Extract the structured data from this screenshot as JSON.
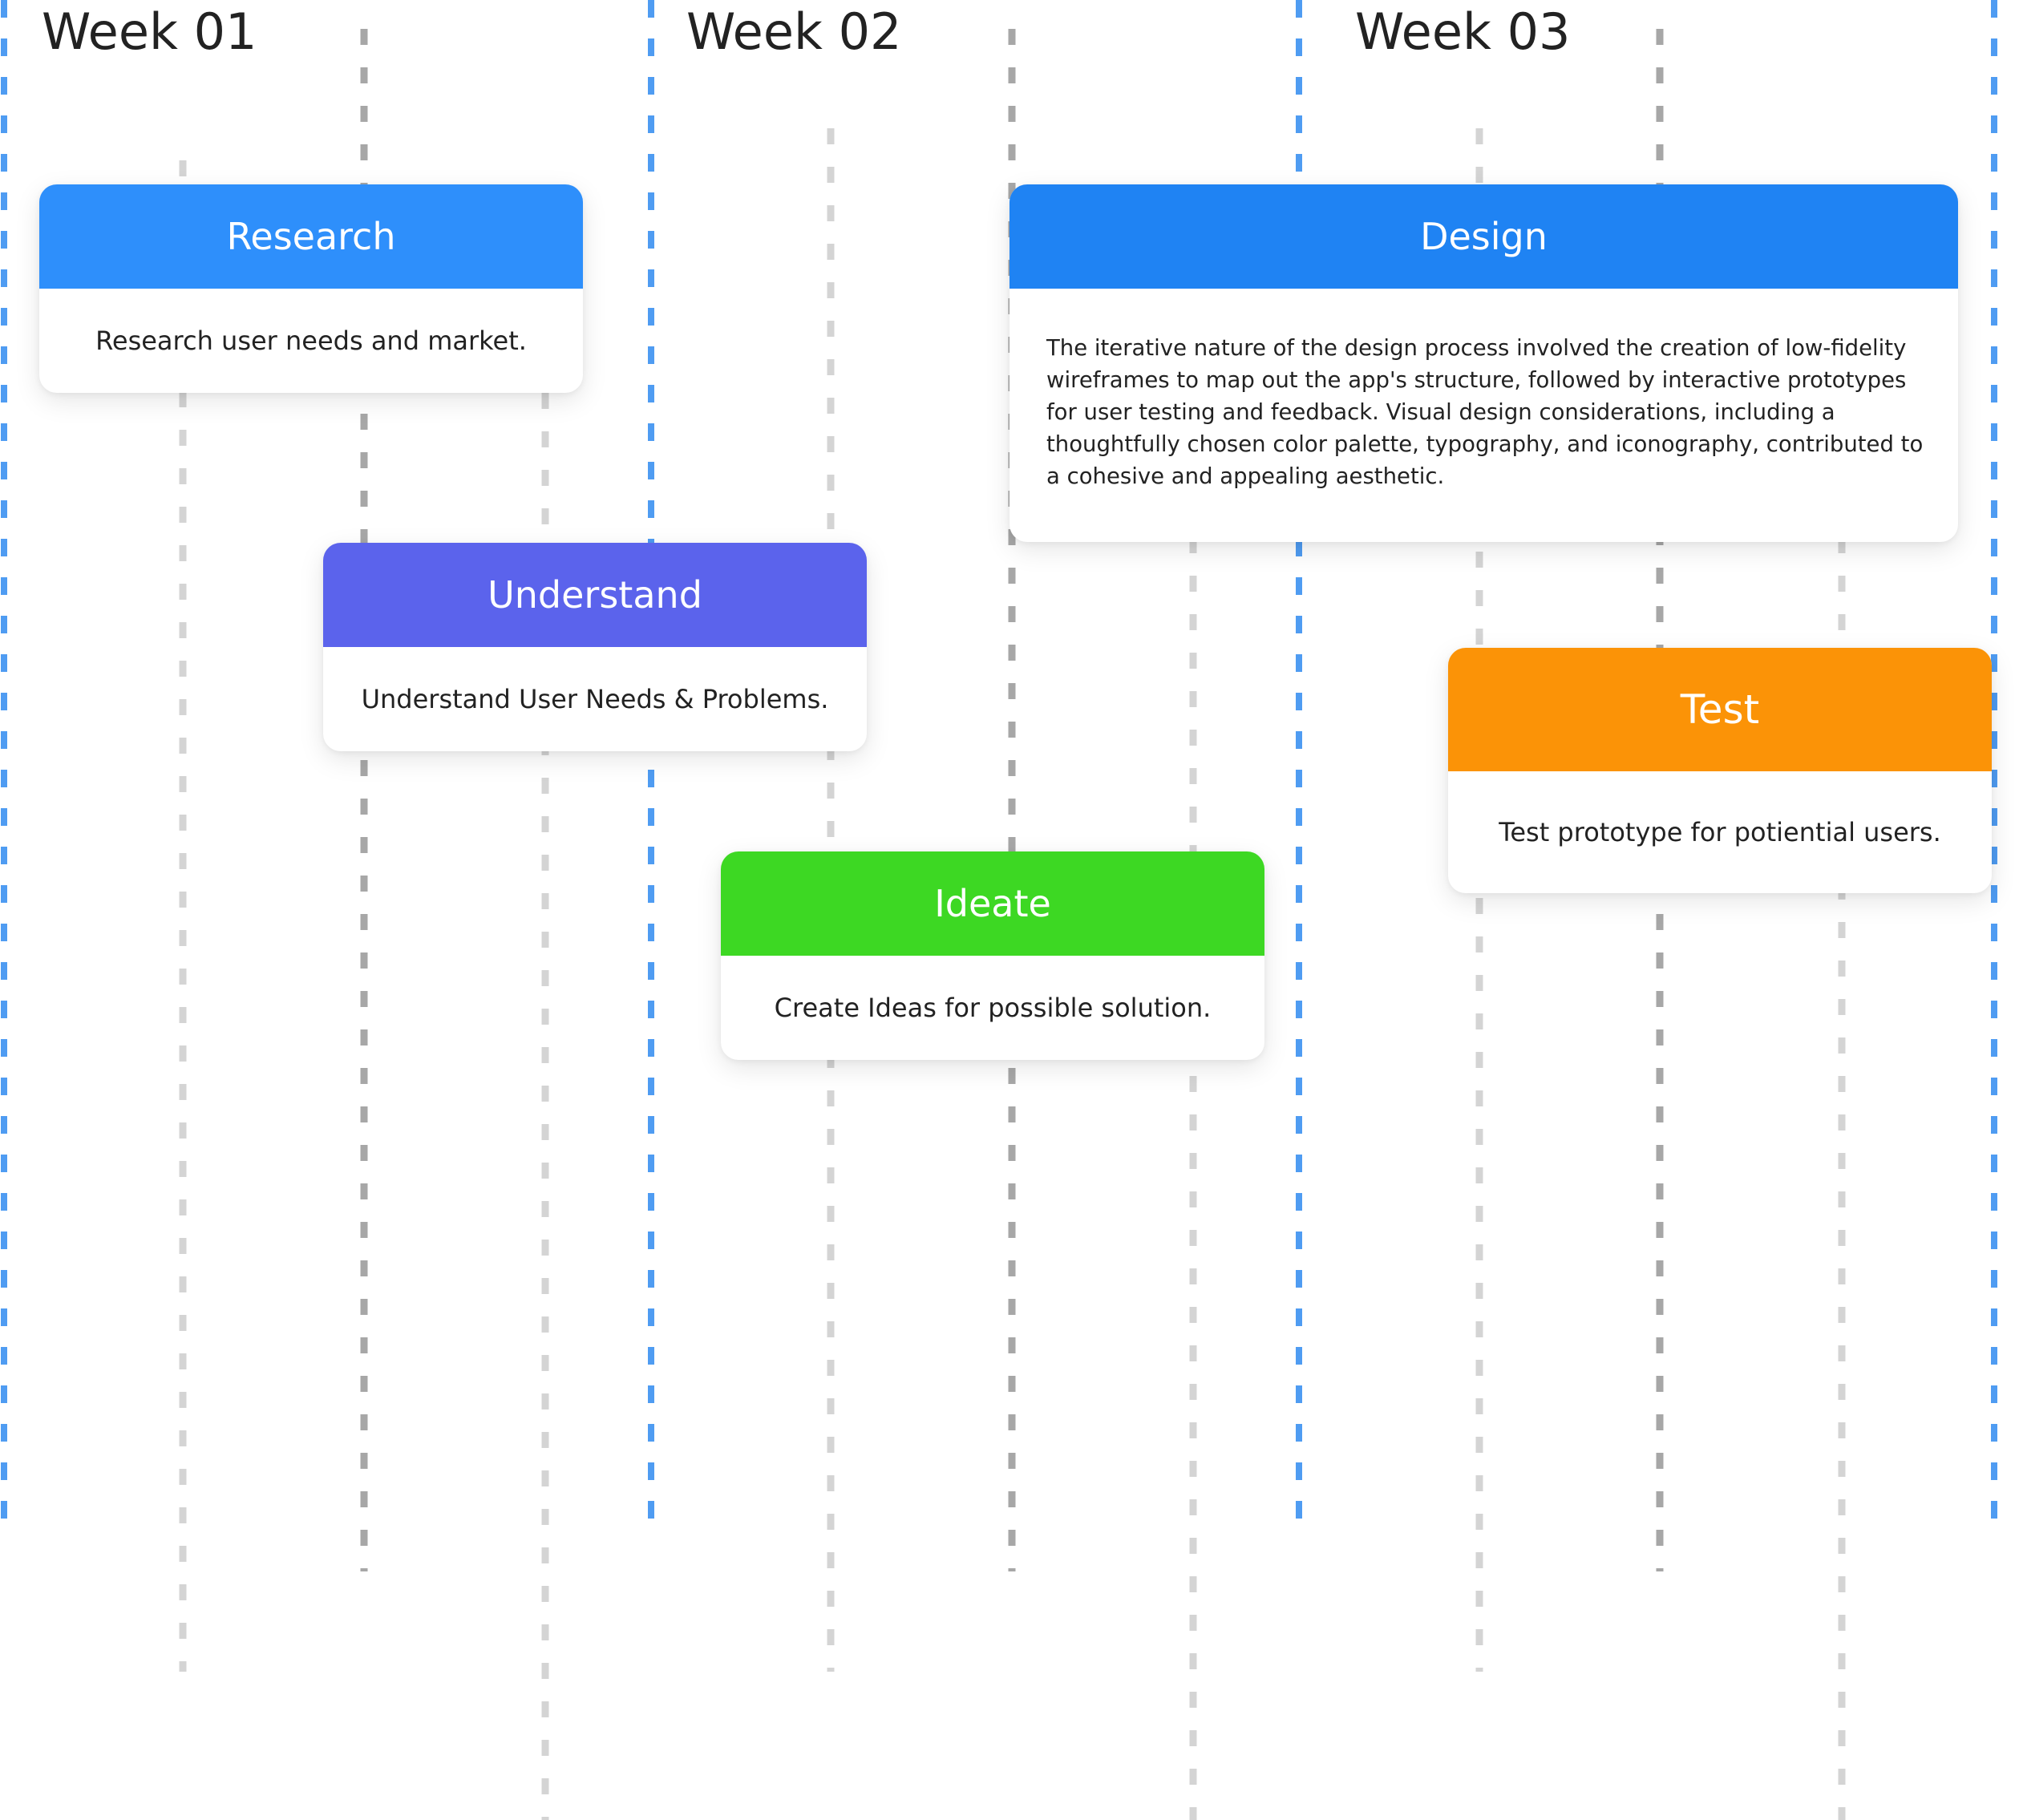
{
  "weeks": [
    {
      "label": "Week 01"
    },
    {
      "label": "Week 02"
    },
    {
      "label": "Week 03"
    }
  ],
  "colors": {
    "week_divider": "#4f9cf2",
    "major_gridline": "#a7a7a7",
    "minor_gridline": "#d4d4d4",
    "research": "#2e8ffb",
    "understand": "#5b63ec",
    "ideate": "#3dd823",
    "design": "#1f83f3",
    "test": "#fb9307"
  },
  "tasks": [
    {
      "title": "Research",
      "description": "Research user needs and market."
    },
    {
      "title": "Understand",
      "description": "Understand User Needs & Problems."
    },
    {
      "title": "Ideate",
      "description": "Create Ideas for possible solution."
    },
    {
      "title": "Design",
      "description": "The iterative nature of the design process involved the creation of low-fidelity wireframes to map out the app's structure, followed by interactive prototypes for user testing and feedback. Visual design considerations, including a thoughtfully chosen color palette, typography, and iconography, contributed to a cohesive and appealing aesthetic."
    },
    {
      "title": "Test",
      "description": "Test prototype for potiential users."
    }
  ]
}
